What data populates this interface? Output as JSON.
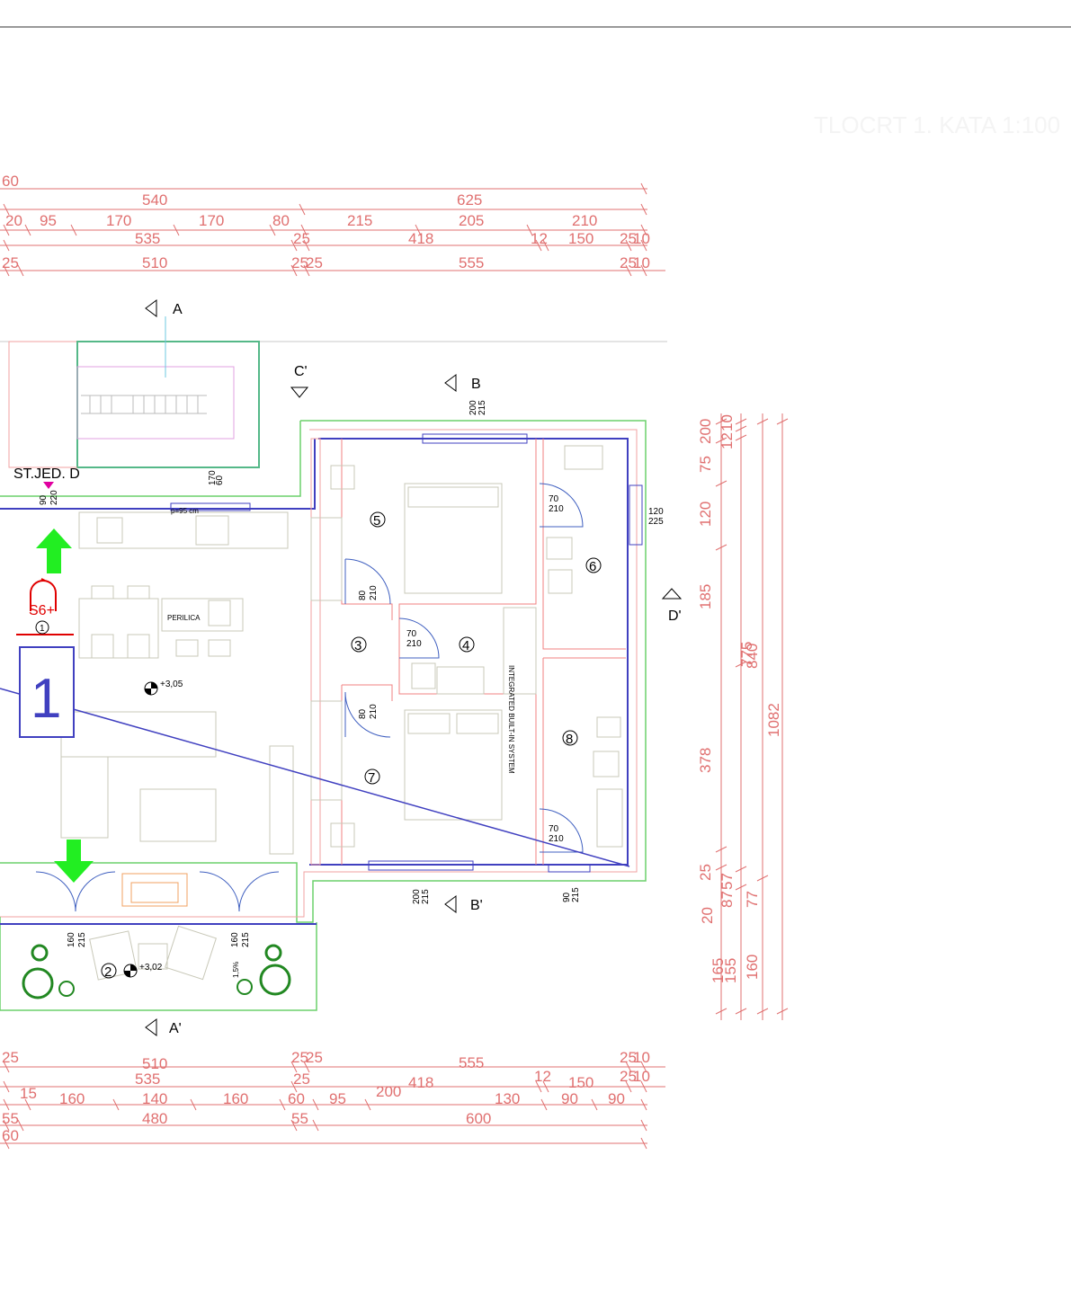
{
  "header": {
    "faint_title": "TLOCRT 1. KATA 1:100"
  },
  "top_dimensions": {
    "row1": [
      "60"
    ],
    "row2": [
      "540",
      "625"
    ],
    "row3": [
      "20",
      "95",
      "170",
      "170",
      "80",
      "215",
      "205",
      "210"
    ],
    "row4": [
      "535",
      "25",
      "418",
      "12",
      "150",
      "25",
      "10"
    ],
    "row5": [
      "25",
      "510",
      "25",
      "25",
      "555",
      "25",
      "10"
    ]
  },
  "bottom_dimensions": {
    "row1": [
      "25",
      "510",
      "25",
      "25",
      "555",
      "25",
      "10"
    ],
    "row2": [
      "535",
      "25",
      "418",
      "12",
      "150",
      "25",
      "10"
    ],
    "row3": [
      "15",
      "160",
      "140",
      "160",
      "60",
      "95",
      "200",
      "130",
      "90",
      "90"
    ],
    "row4": [
      "55",
      "480",
      "55",
      "600"
    ],
    "row5": [
      "60"
    ]
  },
  "right_dimensions": {
    "col1": [
      "200",
      "75",
      "120",
      "185",
      "378",
      "25",
      "20",
      "165"
    ],
    "col2": [
      "10",
      "12",
      "40",
      "12",
      "775",
      "57",
      "87",
      "155"
    ],
    "col3": [
      "840",
      "77",
      "160"
    ],
    "col4": [
      "1082"
    ]
  },
  "sections": {
    "a": "A",
    "a_prime": "A'",
    "b": "B",
    "b_prime": "B'",
    "c_prime": "C'",
    "d_prime": "D'"
  },
  "unit_label": "ST.JED. D",
  "unit_number": "1",
  "unit_type": "S6+",
  "unit_sub": "1",
  "rooms": [
    "2",
    "3",
    "4",
    "5",
    "6",
    "7",
    "8"
  ],
  "levels": {
    "interior": "+3,05",
    "balcony": "+3,02"
  },
  "openings": {
    "entry": [
      "90",
      "220"
    ],
    "stair_window": [
      "170",
      "60"
    ],
    "kitchen_window_note": "p=95 cm",
    "bed5_window": [
      "200",
      "215"
    ],
    "bath6_door": [
      "70",
      "210"
    ],
    "bath6_window": [
      "120",
      "225"
    ],
    "bed5_door": [
      "80",
      "210"
    ],
    "room4_door": [
      "70",
      "210"
    ],
    "bed7_door": [
      "80",
      "210"
    ],
    "bath8_door": [
      "70",
      "210"
    ],
    "bed7_window": [
      "200",
      "215"
    ],
    "bath8_window": [
      "90",
      "215"
    ],
    "balcony_door_left": [
      "160",
      "215"
    ],
    "balcony_door_right": [
      "160",
      "215"
    ]
  },
  "labels": {
    "laundry": "PERILICA",
    "builtin": "INTEGRATED BUILT-IN SYSTEM",
    "slope": "1,5%"
  },
  "colors": {
    "dim_red": "#e07070",
    "wall_blue": "#4040c0",
    "wall_green": "#6cd06c",
    "arrow_green": "#22ee22",
    "marker_red": "#e00000"
  }
}
